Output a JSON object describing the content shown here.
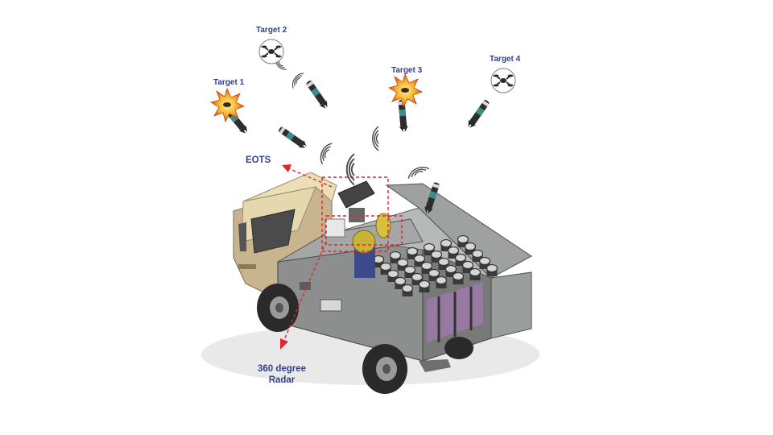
{
  "labels": {
    "target1": "Target 1",
    "target2": "Target 2",
    "target3": "Target 3",
    "target4": "Target 4",
    "eots": "EOTS",
    "radar_line1": "360 degree",
    "radar_line2": "Radar"
  },
  "colors": {
    "label_text": "#2f3f8f",
    "indicator_red": "#e0262c",
    "cab_body": "#c8b48f",
    "cab_roof": "#eadfb8",
    "cargo_box": "#8c8f8d",
    "cargo_top": "#b6b9b7",
    "tire": "#2a2a2a",
    "explosion": "#f0a020"
  },
  "icons": [
    "drone-icon",
    "explosion-icon",
    "missile-icon",
    "signal-wave-icon",
    "truck-icon",
    "turret-icon"
  ]
}
